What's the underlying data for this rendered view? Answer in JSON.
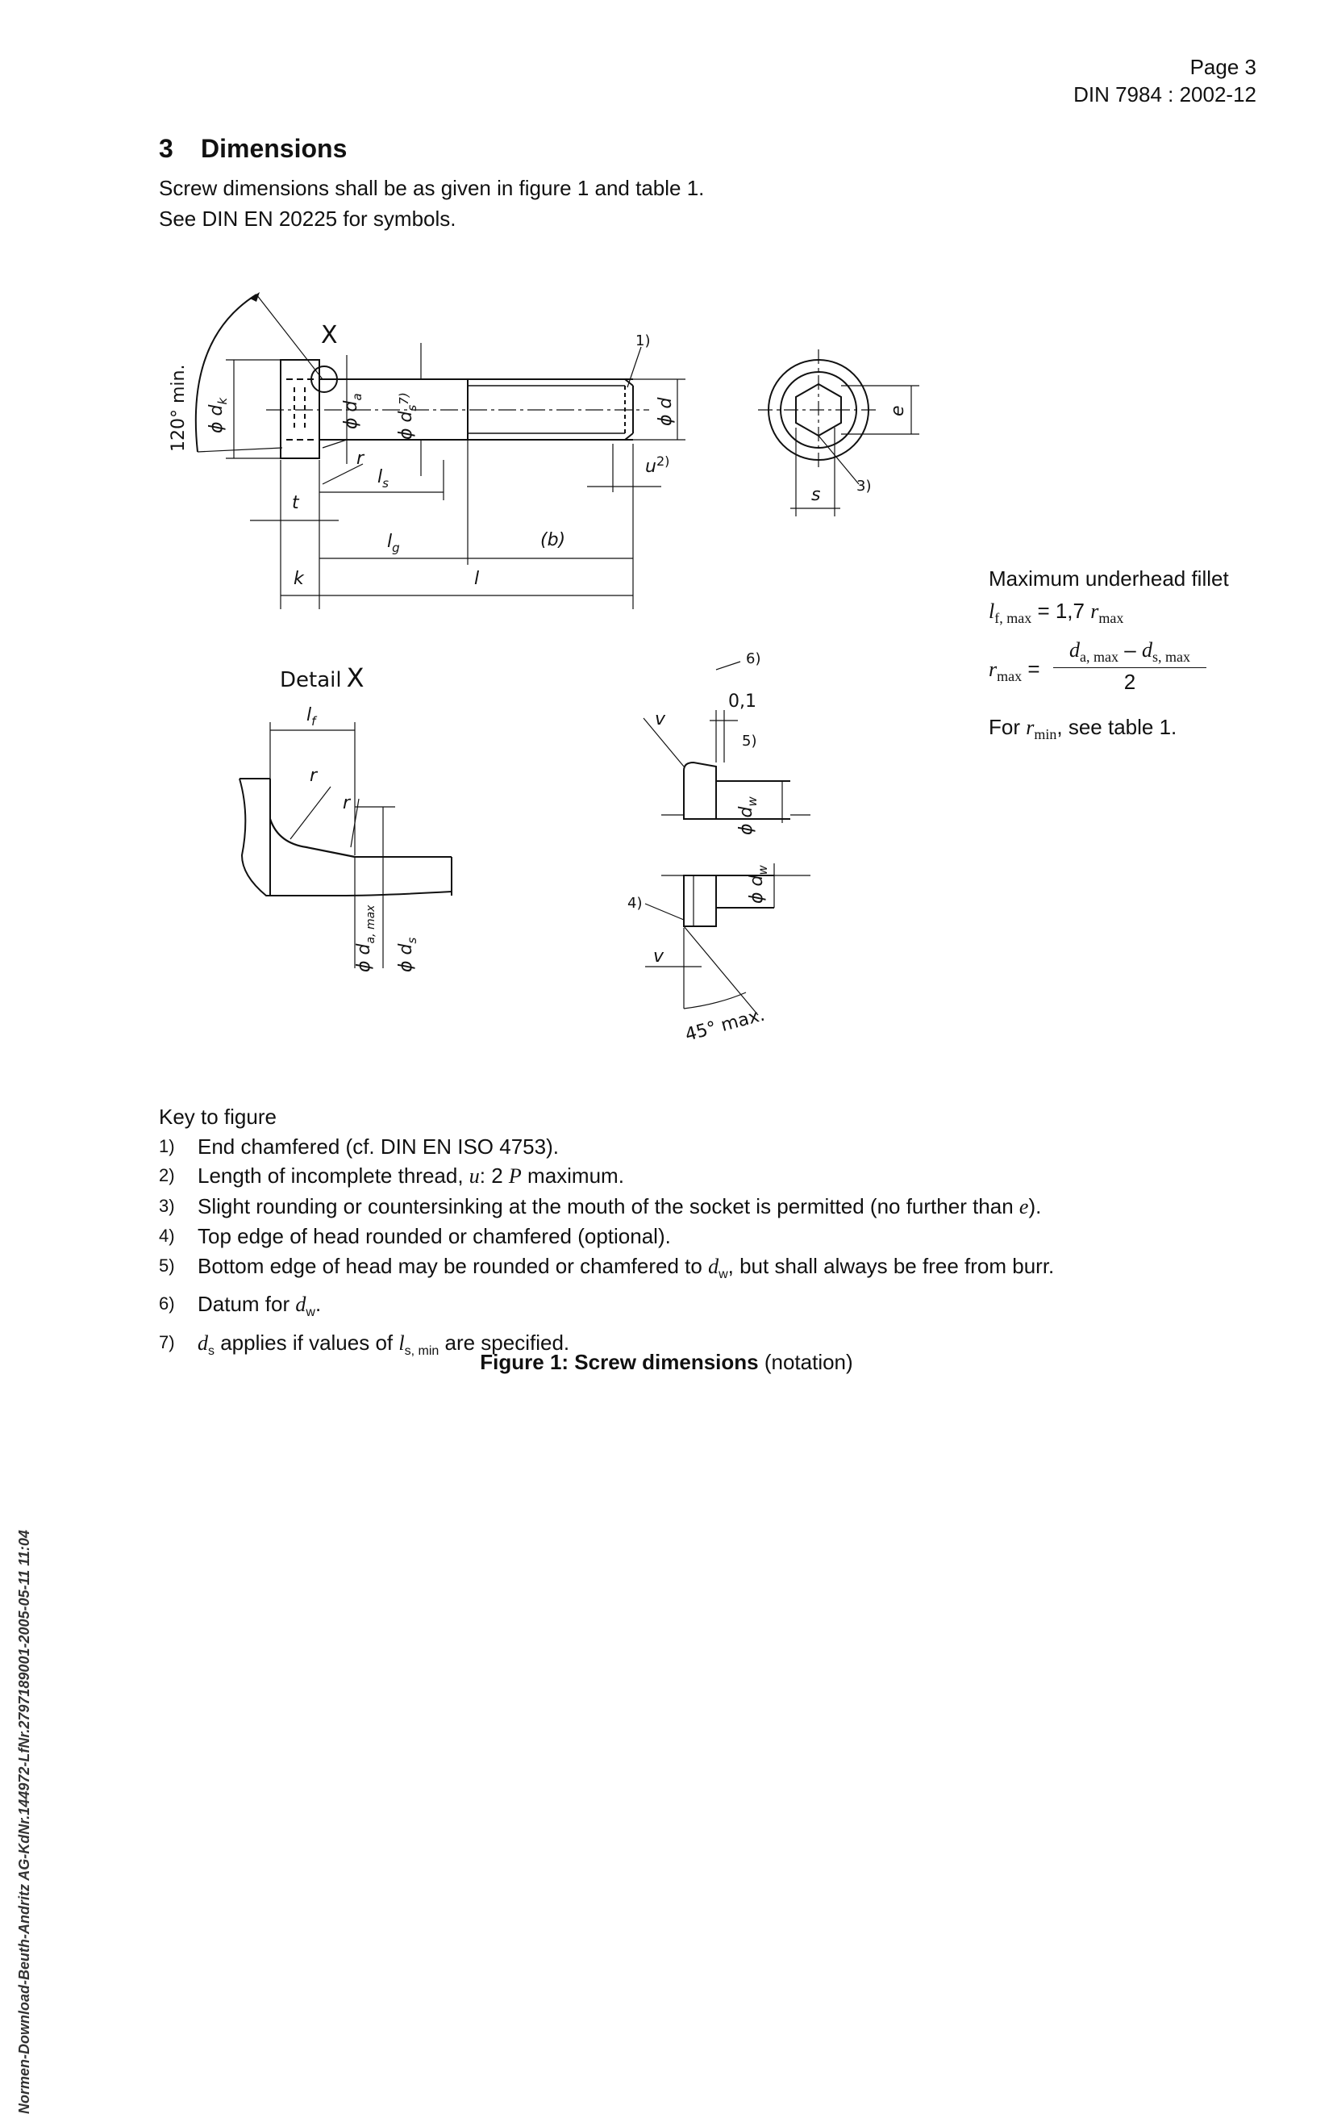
{
  "header": {
    "page": "Page 3",
    "doc": "DIN 7984 : 2002-12"
  },
  "section": {
    "number": "3",
    "title": "Dimensions"
  },
  "intro": [
    "Screw dimensions shall be as given in figure 1 and table 1.",
    "See DIN EN 20225 for symbols."
  ],
  "figure": {
    "angle": "120° min.",
    "detail_label": "Detail",
    "detail_x": "X",
    "x_marker": "X",
    "dims": {
      "dk": "ϕ d",
      "dk_sub": "k",
      "da": "ϕ d",
      "da_sub": "a",
      "ds": "ϕ d",
      "ds_sub": "s",
      "ds_note": "7)",
      "d": "ϕ d",
      "e": "e",
      "s": "s",
      "r": "r",
      "ls": "l",
      "ls_sub": "s",
      "t": "t",
      "k": "k",
      "lg": "l",
      "lg_sub": "g",
      "b": "(b)",
      "l": "l",
      "u": "u",
      "u_note": "2)",
      "n1": "1)",
      "n3": "3)",
      "lf": "l",
      "lf_sub": "f",
      "da_max": "ϕ d",
      "da_max_sub": "a, max",
      "ds2": "ϕ d",
      "ds2_sub": "s",
      "n6": "6)",
      "tol": "0,1",
      "n5": "5)",
      "n4": "4)",
      "dw": "ϕ d",
      "dw_sub": "w",
      "v": "v",
      "angle45": "45° max."
    }
  },
  "fillet": {
    "title": "Maximum underhead fillet",
    "lf_l": "l",
    "lf_sub": "f, max",
    "lf_eq": " = 1,7 ",
    "lf_r": "r",
    "lf_r_sub": "max",
    "r_l": "r",
    "r_sub": "max",
    "eq": " =",
    "num_d1": "d",
    "num_d1_sub": "a, max",
    "num_minus": " – ",
    "num_d2": "d",
    "num_d2_sub": "s, max",
    "den": "2",
    "for_a": "For ",
    "for_r": "r",
    "for_sub": "min",
    "for_b": ", see table 1."
  },
  "key": {
    "title": "Key to figure",
    "items": [
      {
        "mark": "1)",
        "text": "End chamfered (cf. DIN EN ISO 4753)."
      },
      {
        "mark": "2)",
        "a": "Length of incomplete thread, ",
        "var": "u",
        "b": ": 2 ",
        "var2": "P",
        "c": " maximum."
      },
      {
        "mark": "3)",
        "a": "Slight rounding or countersinking at the mouth of the socket is permitted (no further than ",
        "var": "e",
        "b": ")."
      },
      {
        "mark": "4)",
        "text": "Top edge of head rounded or chamfered (optional)."
      },
      {
        "mark": "5)",
        "a": "Bottom edge of head may be rounded or chamfered to ",
        "var": "d",
        "sub": "w",
        "b": ", but shall always be free from burr."
      },
      {
        "mark": "6)",
        "a": "Datum for ",
        "var": "d",
        "sub": "w",
        "b": "."
      },
      {
        "mark": "7)",
        "var": "d",
        "sub": "s",
        "a": " applies if values of ",
        "var2": "l",
        "sub2": "s, min",
        "b": " are specified."
      }
    ]
  },
  "caption": {
    "bold": "Figure 1:  Screw dimensions",
    "rest": " (notation)"
  },
  "sidebar": "Normen-Download-Beuth-Andritz AG-KdNr.144972-LfNr.2797189001-2005-05-11 11:04"
}
